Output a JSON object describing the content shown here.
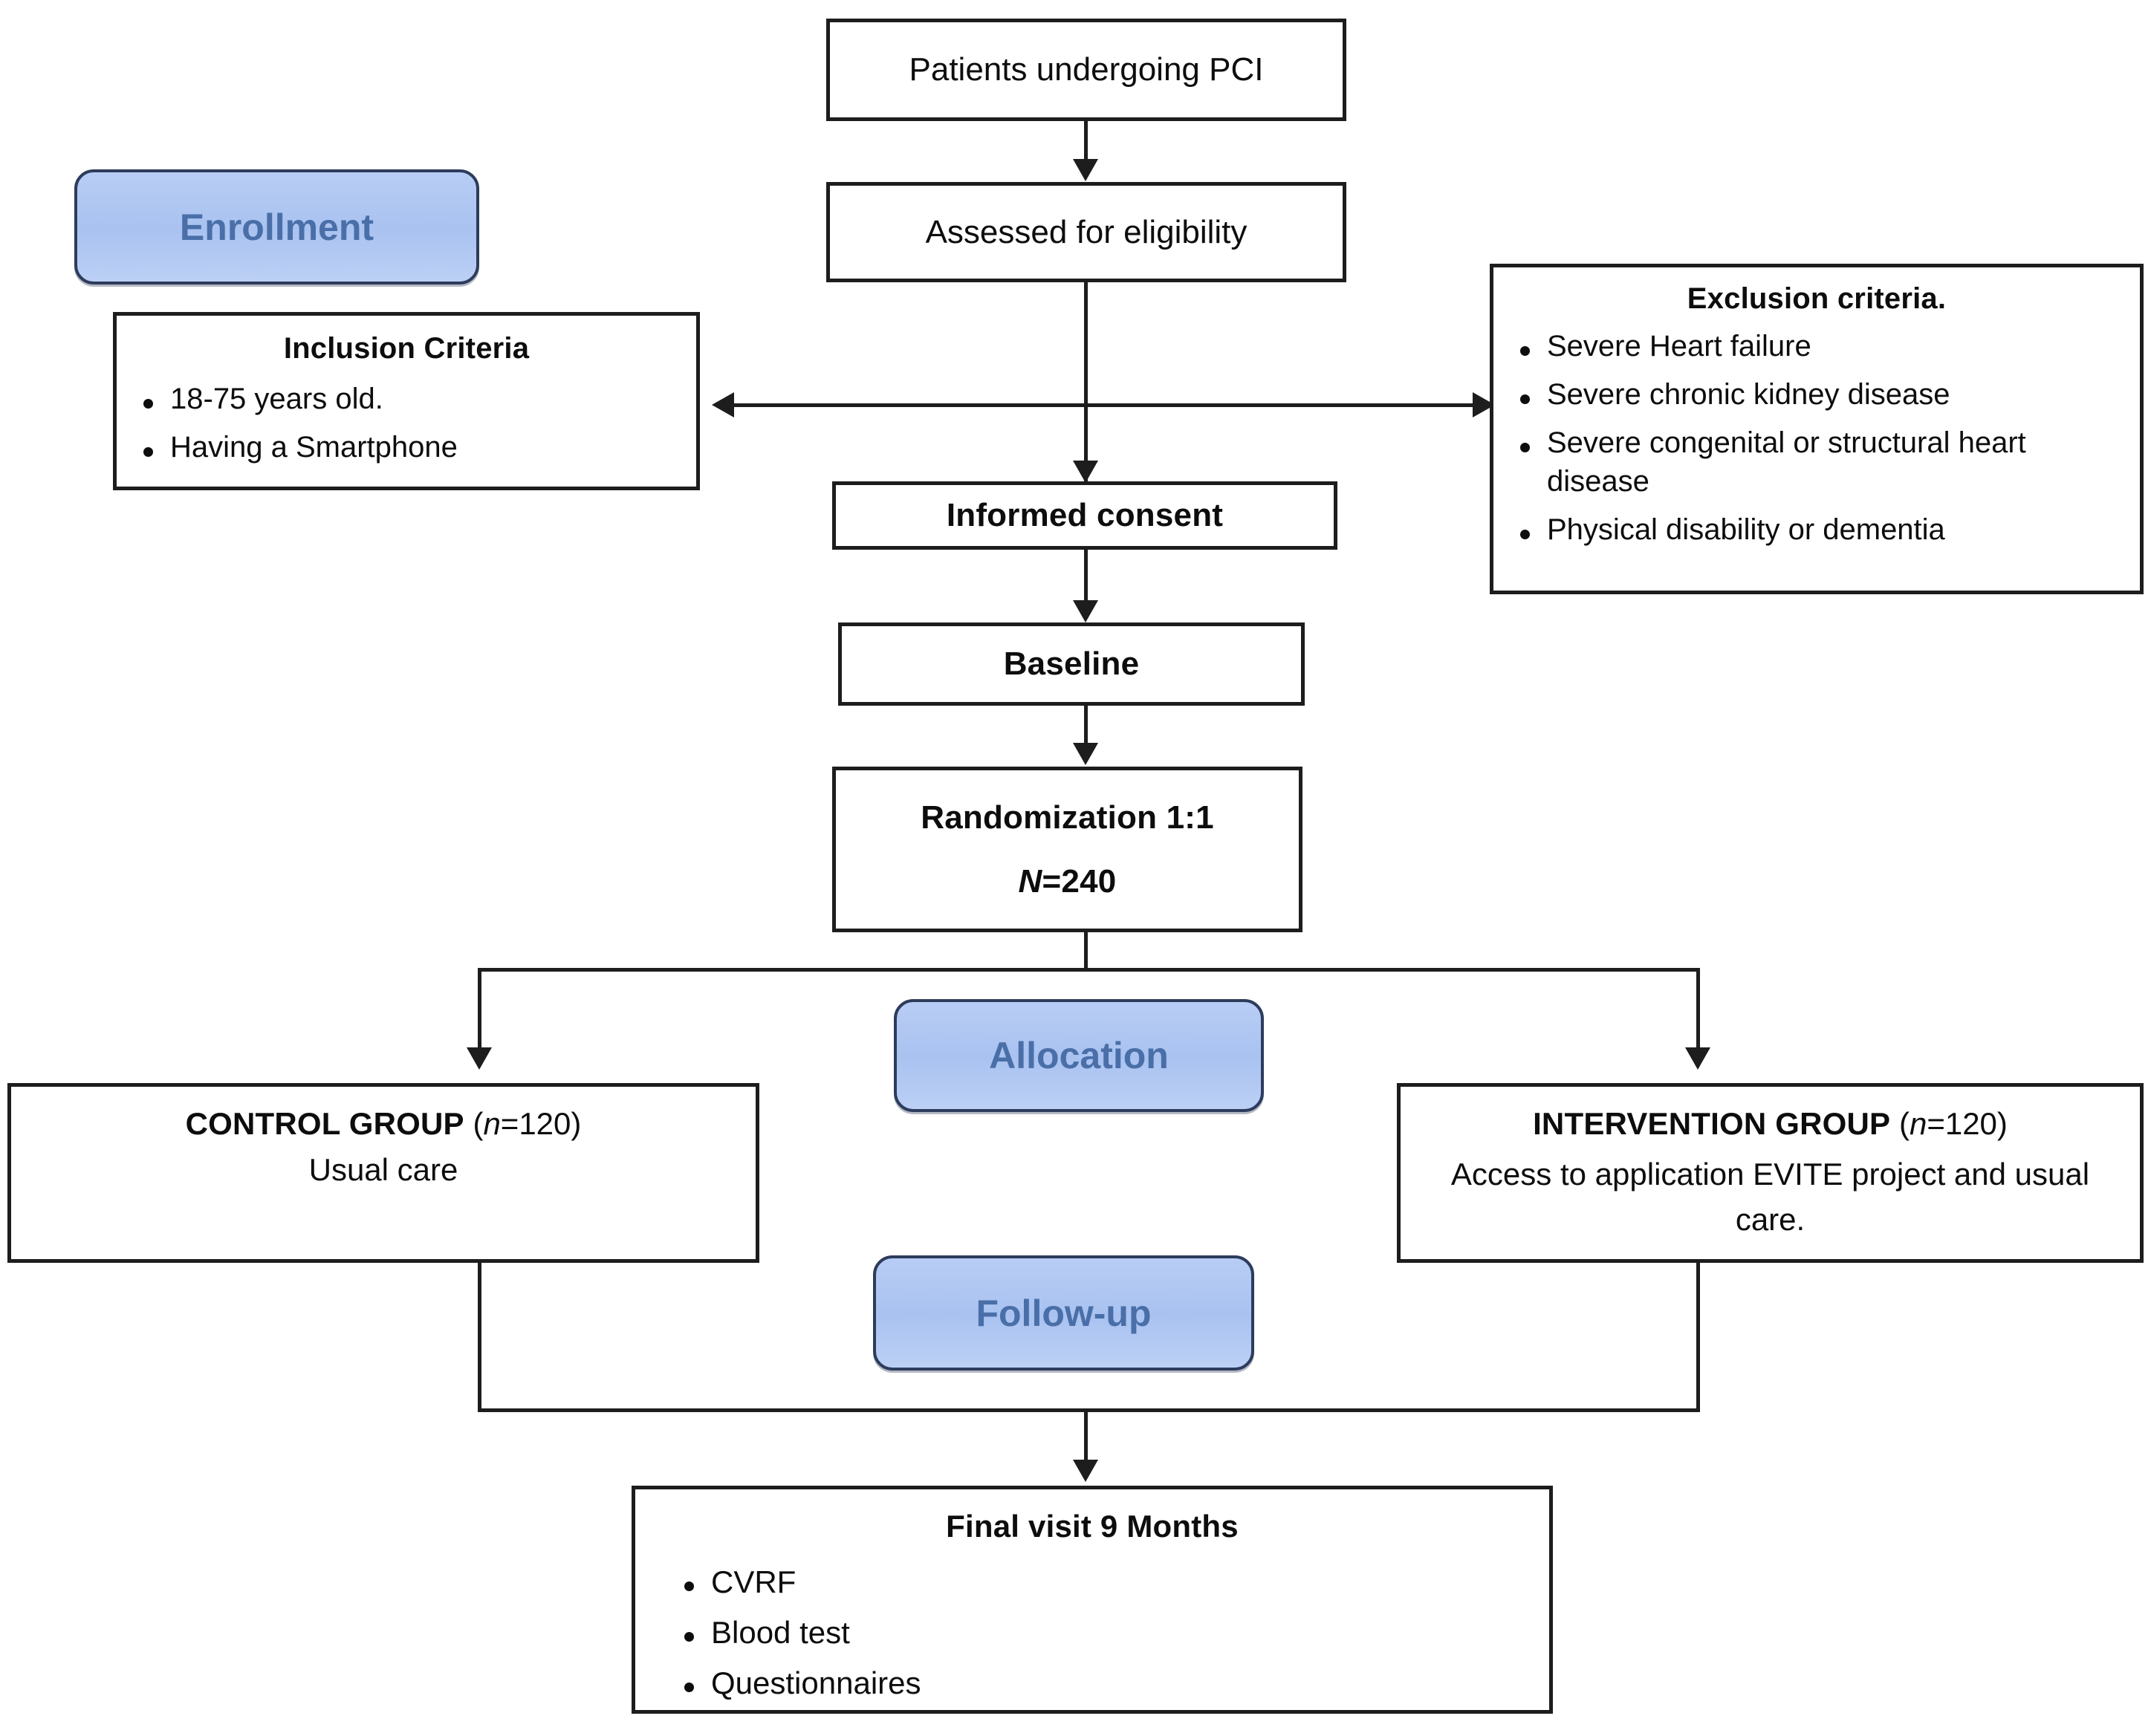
{
  "diagram": {
    "title": "CONSORT trial flow diagram",
    "accent_blue": "#a9c2f0",
    "accent_blue_border": "#2d3c5c",
    "accent_blue_text": "#4a6fa8",
    "line_color": "#1d1d1d"
  },
  "stages": {
    "enrollment": "Enrollment",
    "allocation": "Allocation",
    "followup": "Follow-up"
  },
  "nodes": {
    "patients": {
      "label": "Patients undergoing PCI"
    },
    "assessed": {
      "label": "Assessed for eligibility"
    },
    "inclusion": {
      "title": "Inclusion Criteria",
      "items": [
        "18-75 years old.",
        "Having a Smartphone"
      ]
    },
    "exclusion": {
      "title": "Exclusion criteria.",
      "items": [
        "Severe Heart failure",
        "Severe chronic kidney disease",
        "Severe congenital or structural heart disease",
        "Physical disability or dementia"
      ]
    },
    "consent": {
      "label": "Informed consent"
    },
    "baseline": {
      "label": "Baseline"
    },
    "randomization": {
      "label": "Randomization 1:1",
      "n_prefix": "N",
      "n_value": "=240"
    },
    "control": {
      "title": "CONTROL GROUP",
      "n_prefix": "n",
      "n_value": "=120",
      "detail": "Usual care"
    },
    "intervention": {
      "title": "INTERVENTION GROUP",
      "n_prefix": "n",
      "n_value": "=120",
      "detail": "Access to application EVITE project and usual care."
    },
    "final_visit": {
      "title": "Final visit 9 Months",
      "items": [
        "CVRF",
        "Blood test",
        "Questionnaires"
      ]
    }
  }
}
